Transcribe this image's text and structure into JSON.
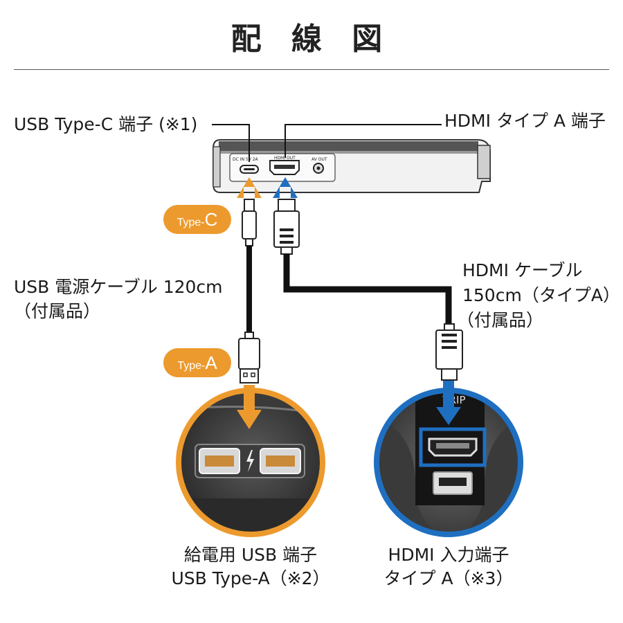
{
  "title": "配 線 図",
  "labels": {
    "usb_c_port": "USB Type-C 端子 (※1)",
    "hdmi_port": "HDMI タイプ A 端子",
    "usb_cable_line1": "USB 電源ケーブル 120cm",
    "usb_cable_line2": "（付属品）",
    "hdmi_cable_line1": "HDMI ケーブル",
    "hdmi_cable_line2": "150cm（タイプA）",
    "hdmi_cable_line3": "（付属品）"
  },
  "badges": {
    "type_c_prefix": "Type-",
    "type_c_letter": "C",
    "type_a_prefix": "Type-",
    "type_a_letter": "A"
  },
  "device_ports": {
    "dc_in": "DC IN 5V 2A",
    "hdmi_out": "HDMI OUT",
    "av_out": "AV OUT"
  },
  "photo_right_text": "TRIP",
  "captions": {
    "usb_line1": "給電用 USB 端子",
    "usb_line2": "USB Type-A（※2）",
    "hdmi_line1": "HDMI 入力端子",
    "hdmi_line2": "タイプ A（※3）"
  },
  "colors": {
    "orange": "#ec9a2e",
    "blue": "#1f6fc1",
    "cable": "#111111"
  }
}
